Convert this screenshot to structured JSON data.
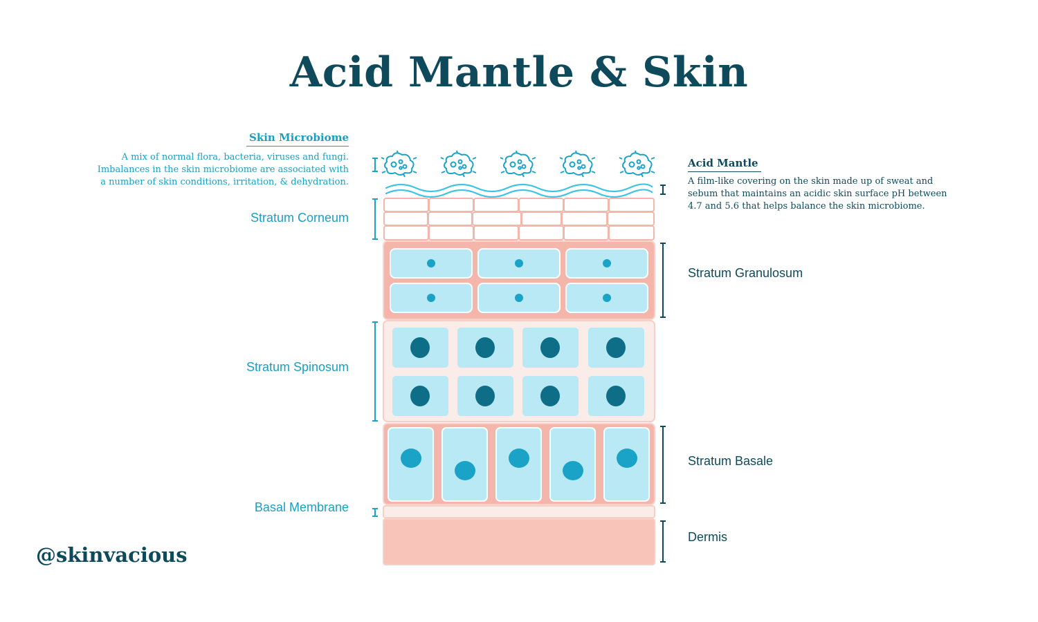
{
  "title": "Acid Mantle & Skin",
  "left_labels": {
    "microbiome_title": "Skin Microbiome",
    "microbiome_desc": [
      "A mix of normal flora, bacteria, viruses and fungi.",
      "Imbalances in the skin microbiome are associated with",
      "a number of skin conditions, irritation, & dehydration."
    ],
    "stratum_corneum": "Stratum Corneum",
    "stratum_spinosum": "Stratum Spinosum",
    "basal_membrane": "Basal Membrane"
  },
  "right_labels": {
    "acid_mantle_title": "Acid Mantle",
    "acid_mantle_desc": [
      "A film-like covering on the skin made up of sweat and",
      "sebum that maintains an acidic skin surface pH between",
      "4.7 and 5.6 that helps balance the skin microbiome."
    ],
    "stratum_granulosum": "Stratum Granulosum",
    "stratum_basale": "Stratum Basale",
    "dermis": "Dermis"
  },
  "handle": "@skinvacious",
  "colors": {
    "title": "#0e4a5c",
    "accent_blue": "#1a9fc4",
    "cell_fill": "#b9e9f4",
    "salmon": "#f4b5aa",
    "pale_pink": "#f9ece9",
    "nucleus_dark": "#0f6e87",
    "nucleus_mid": "#1aa3c7",
    "dermis": "#f8c4ba"
  }
}
